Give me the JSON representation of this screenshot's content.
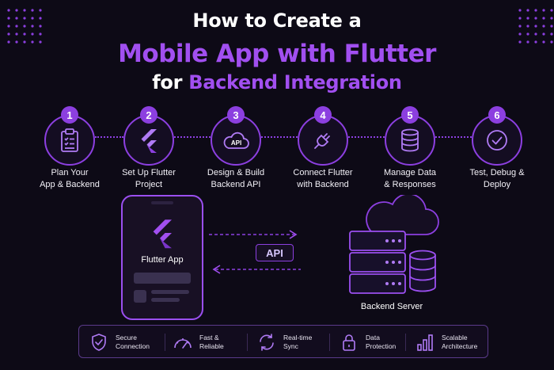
{
  "header": {
    "line1": "How to Create a",
    "line2": "Mobile App with Flutter",
    "line3_prefix": "for",
    "line3_highlight": "Backend Integration"
  },
  "steps": [
    {
      "number": "1",
      "label_line1": "Plan Your",
      "label_line2": "App & Backend",
      "icon": "clipboard-checklist-icon"
    },
    {
      "number": "2",
      "label_line1": "Set Up Flutter",
      "label_line2": "Project",
      "icon": "flutter-logo-icon"
    },
    {
      "number": "3",
      "label_line1": "Design & Build",
      "label_line2": "Backend API",
      "icon": "api-cloud-icon",
      "icon_text": "API"
    },
    {
      "number": "4",
      "label_line1": "Connect Flutter",
      "label_line2": "with Backend",
      "icon": "plug-icon"
    },
    {
      "number": "5",
      "label_line1": "Manage Data",
      "label_line2": "& Responses",
      "icon": "database-icon"
    },
    {
      "number": "6",
      "label_line1": "Test, Debug &",
      "label_line2": "Deploy",
      "icon": "checkmark-circle-icon"
    }
  ],
  "diagram": {
    "phone_label": "Flutter App",
    "api_label": "API",
    "server_label": "Backend Server"
  },
  "features": [
    {
      "line1": "Secure",
      "line2": "Connection",
      "icon": "shield-check-icon"
    },
    {
      "line1": "Fast &",
      "line2": "Reliable",
      "icon": "speedometer-icon"
    },
    {
      "line1": "Real-time",
      "line2": "Sync",
      "icon": "sync-arrows-icon"
    },
    {
      "line1": "Data",
      "line2": "Protection",
      "icon": "padlock-icon"
    },
    {
      "line1": "Scalable",
      "line2": "Architecture",
      "icon": "bar-chart-icon"
    }
  ],
  "colors": {
    "background": "#0d0a16",
    "accent": "#a14ff0",
    "badge": "#8c3fe0"
  }
}
